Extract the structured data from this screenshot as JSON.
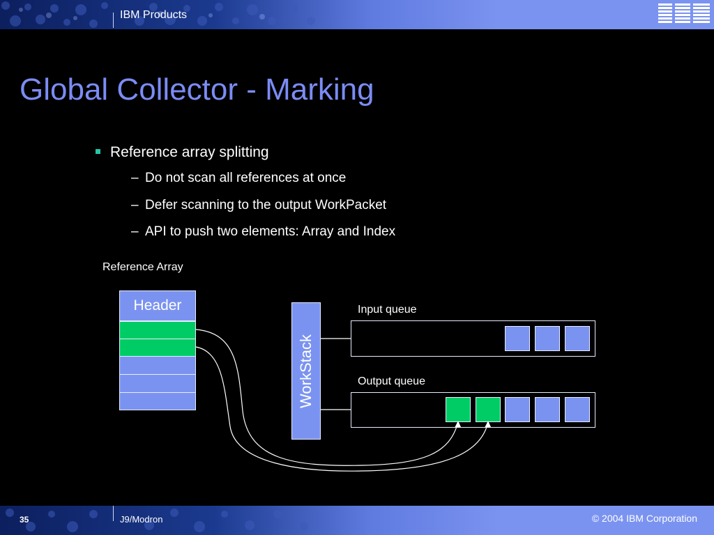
{
  "header": {
    "product": "IBM Products",
    "logo_text": "IBM"
  },
  "title": "Global Collector - Marking",
  "bullets": {
    "main": "Reference array splitting",
    "sub": [
      "Do not scan all references at once",
      "Defer scanning to the output WorkPacket",
      "API to push two elements: Array and Index"
    ]
  },
  "diagram": {
    "reference_array_label": "Reference Array",
    "header_cell": "Header",
    "workstack_label": "WorkStack",
    "input_queue_label": "Input queue",
    "output_queue_label": "Output queue",
    "array_cells": [
      "green",
      "green",
      "blue",
      "blue",
      "blue"
    ],
    "input_queue_items": [
      "blue",
      "blue",
      "blue"
    ],
    "output_queue_items": [
      "green",
      "green",
      "blue",
      "blue",
      "blue"
    ],
    "colors": {
      "blue": "#7b93f0",
      "green": "#00cc66",
      "title": "#7b8cf5",
      "bullet": "#26c6a8"
    }
  },
  "footer": {
    "page": "35",
    "left": "J9/Modron",
    "right": "© 2004 IBM Corporation"
  }
}
